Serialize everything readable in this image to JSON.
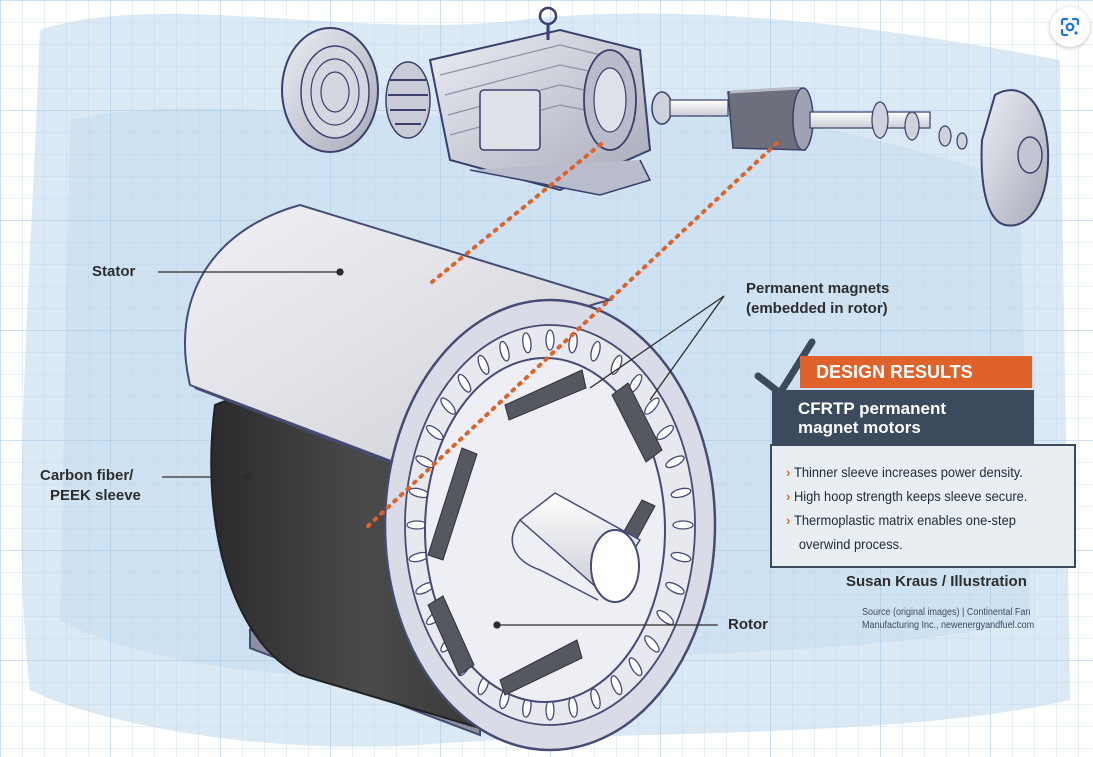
{
  "labels": {
    "stator": "Stator",
    "permanent_magnets": [
      "Permanent magnets",
      "(embedded in rotor)"
    ],
    "sleeve": [
      "Carbon fiber/",
      "PEEK sleeve"
    ],
    "rotor": "Rotor"
  },
  "design_results": {
    "header": "DESIGN RESULTS",
    "subtitle": [
      "CFRTP permanent",
      "magnet motors"
    ],
    "items": [
      [
        "Thinner sleeve increases power density."
      ],
      [
        "High hoop strength keeps sleeve secure."
      ],
      [
        "Thermoplastic matrix enables one-step",
        "overwind process."
      ]
    ]
  },
  "credit": "Susan Kraus / Illustration",
  "source": [
    "Source (original images) | Continental Fan",
    "Manufacturing Inc., newenergyandfuel.com"
  ],
  "colors": {
    "accent_orange": "#e0622b",
    "navy": "#3b4a5c",
    "sleeve_dark": "#3a3a3a",
    "metal_light": "#e8e9ef",
    "grid_blue": "#c9dff0"
  },
  "icons": {
    "lens": "google-lens-icon",
    "check": "checkmark-icon",
    "bullet": "chevron-right-icon"
  }
}
